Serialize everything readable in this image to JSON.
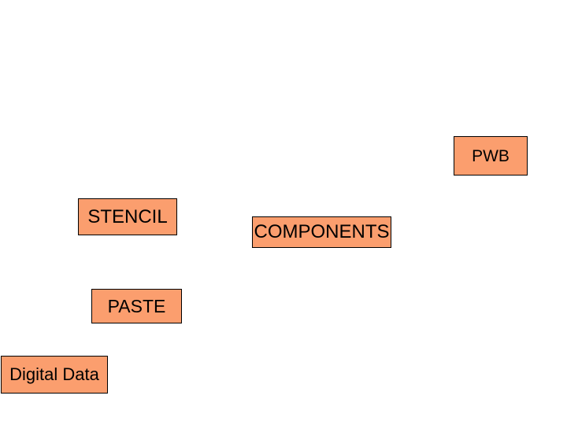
{
  "slide": {
    "background": "#ffffff"
  },
  "colors": {
    "box_fill": "#FB9E6E",
    "box_border": "#000000",
    "text": "#000000"
  },
  "boxes": {
    "pwb": {
      "label": "PWB"
    },
    "stencil": {
      "label": "STENCIL"
    },
    "components": {
      "label": "COMPONENTS"
    },
    "paste": {
      "label": "PASTE"
    },
    "digital_data": {
      "label": "Digital Data"
    }
  }
}
